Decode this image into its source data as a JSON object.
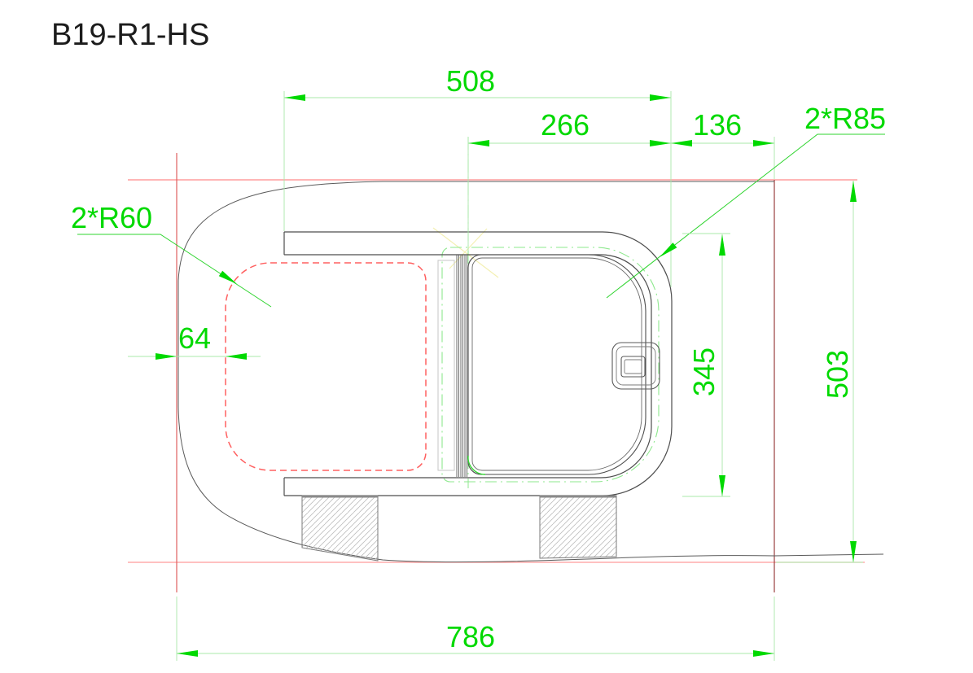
{
  "drawing": {
    "title": "B19-R1-HS",
    "dimensions": {
      "top_width": "508",
      "door_width": "266",
      "corner_offset": "136",
      "radius_right": "2*R85",
      "radius_left": "2*R60",
      "left_offset": "64",
      "opening_height": "345",
      "overall_height": "503",
      "overall_width": "786"
    },
    "colors": {
      "dimension_green": "#00d900",
      "pale_green": "#aae8aa",
      "leader_green": "#2fd42f",
      "centerline_green": "#8ee88e",
      "construction_red": "#ff8a8a",
      "construction_red_dark": "#9a4040",
      "dashed_red": "#ff6060",
      "outline_gray": "#555555"
    }
  }
}
